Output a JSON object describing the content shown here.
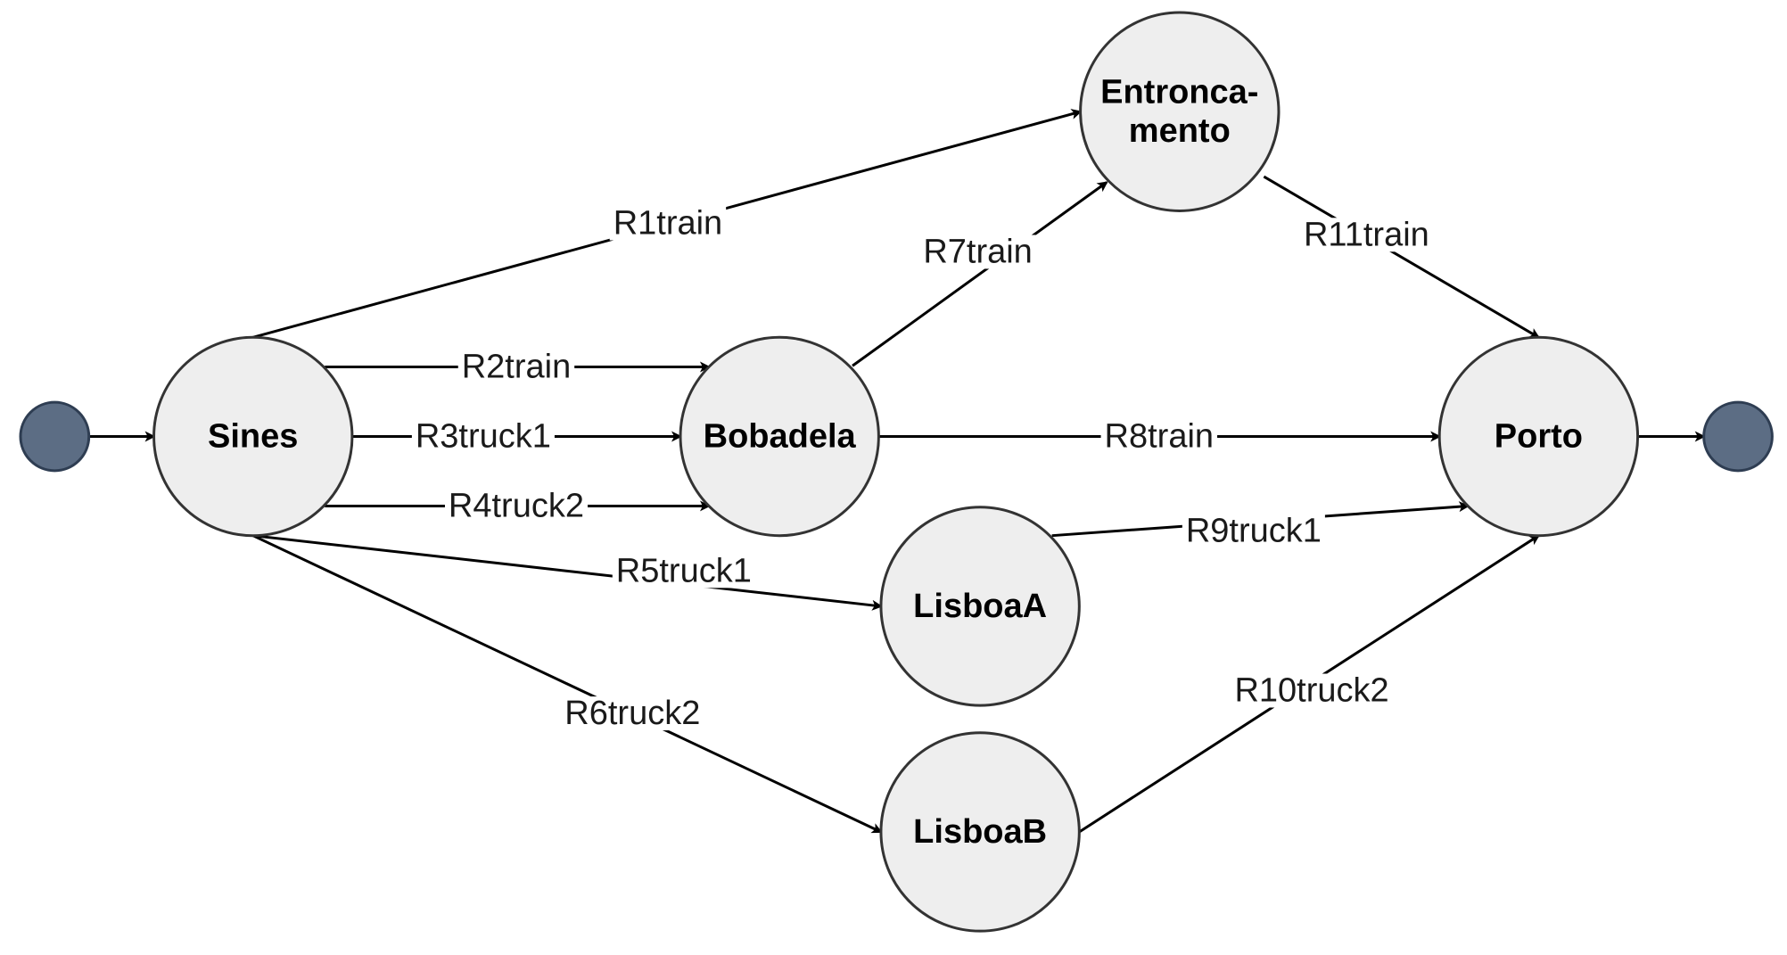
{
  "colors": {
    "node_fill": "#eeeeee",
    "node_stroke": "#333333",
    "terminal_fill": "#5c6d84",
    "edge": "#000000"
  },
  "nodes": [
    {
      "id": "start",
      "kind": "terminal",
      "lines": []
    },
    {
      "id": "sines",
      "kind": "state",
      "lines": [
        "Sines"
      ]
    },
    {
      "id": "bobadela",
      "kind": "state",
      "lines": [
        "Bobadela"
      ]
    },
    {
      "id": "entroncamento",
      "kind": "state",
      "lines": [
        "Entronca-",
        "mento"
      ]
    },
    {
      "id": "lisboaA",
      "kind": "state",
      "lines": [
        "LisboaA"
      ]
    },
    {
      "id": "lisboaB",
      "kind": "state",
      "lines": [
        "LisboaB"
      ]
    },
    {
      "id": "porto",
      "kind": "state",
      "lines": [
        "Porto"
      ]
    },
    {
      "id": "end",
      "kind": "terminal",
      "lines": []
    }
  ],
  "edges": [
    {
      "id": "start-sines",
      "from": "start",
      "to": "sines",
      "label": ""
    },
    {
      "id": "r1",
      "from": "sines",
      "to": "entroncamento",
      "label": "R1train"
    },
    {
      "id": "r2",
      "from": "sines",
      "to": "bobadela",
      "label": "R2train"
    },
    {
      "id": "r3",
      "from": "sines",
      "to": "bobadela",
      "label": "R3truck1"
    },
    {
      "id": "r4",
      "from": "sines",
      "to": "bobadela",
      "label": "R4truck2"
    },
    {
      "id": "r5",
      "from": "sines",
      "to": "lisboaA",
      "label": "R5truck1"
    },
    {
      "id": "r6",
      "from": "sines",
      "to": "lisboaB",
      "label": "R6truck2"
    },
    {
      "id": "r7",
      "from": "bobadela",
      "to": "entroncamento",
      "label": "R7train"
    },
    {
      "id": "r8",
      "from": "bobadela",
      "to": "porto",
      "label": "R8train"
    },
    {
      "id": "r9",
      "from": "lisboaA",
      "to": "porto",
      "label": "R9truck1"
    },
    {
      "id": "r10",
      "from": "lisboaB",
      "to": "porto",
      "label": "R10truck2"
    },
    {
      "id": "r11",
      "from": "entroncamento",
      "to": "porto",
      "label": "R11train"
    },
    {
      "id": "porto-end",
      "from": "porto",
      "to": "end",
      "label": ""
    }
  ]
}
